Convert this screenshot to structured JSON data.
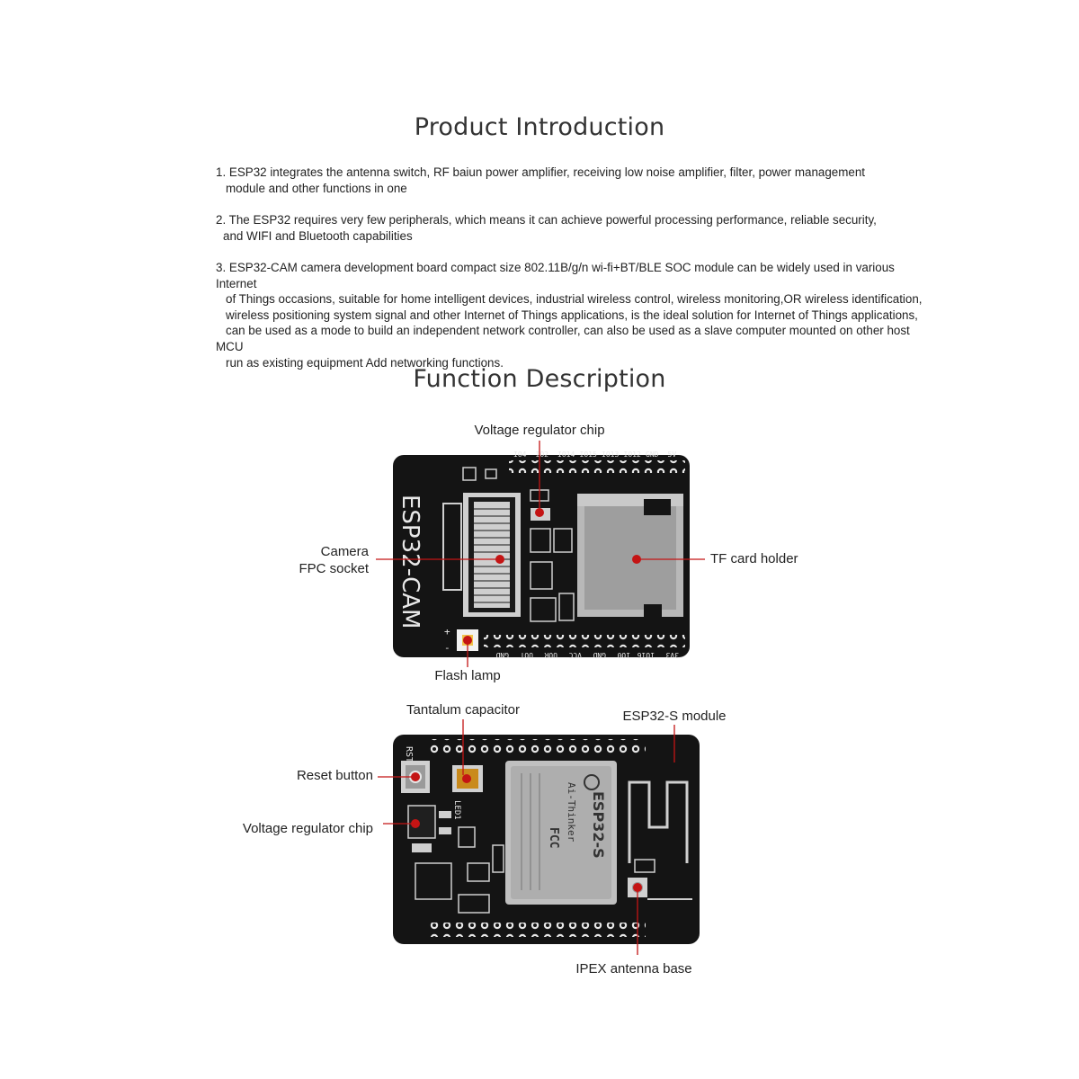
{
  "intro": {
    "title": "Product Introduction",
    "paragraphs": [
      {
        "num": "1.",
        "lines": [
          "ESP32 integrates the antenna switch, RF baiun power amplifier, receiving low noise amplifier, filter, power management",
          "module and other functions in one"
        ]
      },
      {
        "num": "2.",
        "lines": [
          "The ESP32 requires very few peripherals, which means it can achieve powerful processing performance, reliable security,",
          "and WIFI and Bluetooth capabilities"
        ]
      },
      {
        "num": "3.",
        "lines": [
          "ESP32-CAM camera development board compact size 802.11B/g/n wi-fi+BT/BLE SOC module can be widely used in various Internet",
          "of Things occasions, suitable for home intelligent devices, industrial wireless control, wireless monitoring,OR wireless identification,",
          "wireless positioning system signal and other Internet of Things applications, is the ideal solution for Internet of Things applications,",
          "can be used as a mode to build an independent network controller, can also be used as a slave computer mounted on other host MCU",
          "run as existing equipment Add networking functions."
        ]
      }
    ]
  },
  "function": {
    "title": "Function Description",
    "front": {
      "board_label": "ESP32-CAM",
      "top_pins": [
        "IO4",
        "IO2",
        "IO14",
        "IO15",
        "IO13",
        "IO12",
        "GND",
        "5V"
      ],
      "bottom_pins": [
        "3V3",
        "IO16",
        "IO0",
        "GND",
        "VCC",
        "UOR",
        "UOT",
        "GND"
      ],
      "callouts": {
        "voltage_regulator": "Voltage regulator chip",
        "camera_line1": "Camera",
        "camera_line2": "FPC socket",
        "tf_card": "TF card holder",
        "flash_lamp": "Flash lamp"
      }
    },
    "back": {
      "module_text": [
        "ESP32-S",
        "Ai-Thinker",
        "FCC"
      ],
      "callouts": {
        "tantalum": "Tantalum capacitor",
        "esp32s_module": "ESP32-S module",
        "reset_button": "Reset button",
        "voltage_regulator": "Voltage regulator chip",
        "ipex": "IPEX antenna base"
      },
      "silkscreen": {
        "rst": "RST",
        "led": "LED1"
      }
    }
  },
  "colors": {
    "pcb": "#141414",
    "pad": "#d9d9d9",
    "marker": "#c41414",
    "silver": "#b8b8b8"
  }
}
